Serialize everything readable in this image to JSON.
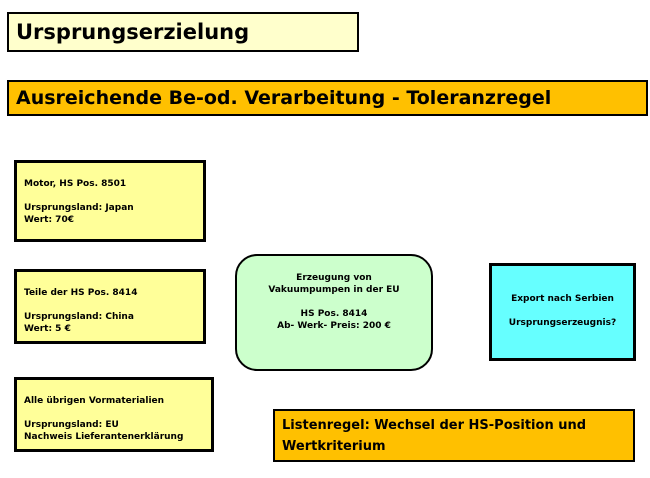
{
  "title": "Ursprungserzielung",
  "subtitle": "Ausreichende Be-od. Verarbeitung - Toleranzregel",
  "materials": [
    {
      "name": "Motor, HS Pos. 8501",
      "origin": "Ursprungsland: Japan",
      "value": "Wert: 70€"
    },
    {
      "name": "Teile der HS Pos. 8414",
      "origin": "Ursprungsland: China",
      "value": "Wert: 5 €"
    },
    {
      "name": "Alle übrigen Vormaterialien",
      "origin": "Ursprungsland: EU",
      "value": "Nachweis Lieferantenerklärung"
    }
  ],
  "production": {
    "line1": "Erzeugung von",
    "line2": "Vakuumpumpen in der EU",
    "hs": "HS Pos. 8414",
    "price": "Ab- Werk- Preis: 200 €"
  },
  "export": {
    "line1": "Export nach Serbien",
    "line2": "Ursprungserzeugnis?"
  },
  "rule": {
    "line1": "Listenregel: Wechsel der HS-Position und",
    "line2": "Wertkriterium"
  }
}
